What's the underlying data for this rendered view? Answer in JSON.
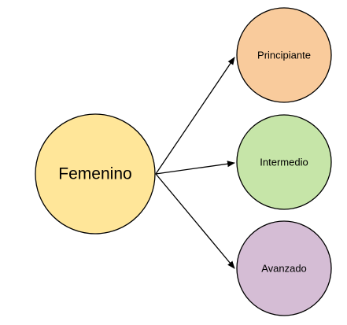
{
  "diagram": {
    "root": {
      "label": "Femenino",
      "fill": "#FFE699"
    },
    "children": [
      {
        "label": "Principiante",
        "fill": "#F9CB9C"
      },
      {
        "label": "Intermedio",
        "fill": "#C6E5A8"
      },
      {
        "label": "Avanzado",
        "fill": "#D5BDD5"
      }
    ],
    "stroke": "#000000",
    "edge_color": "#000000"
  }
}
